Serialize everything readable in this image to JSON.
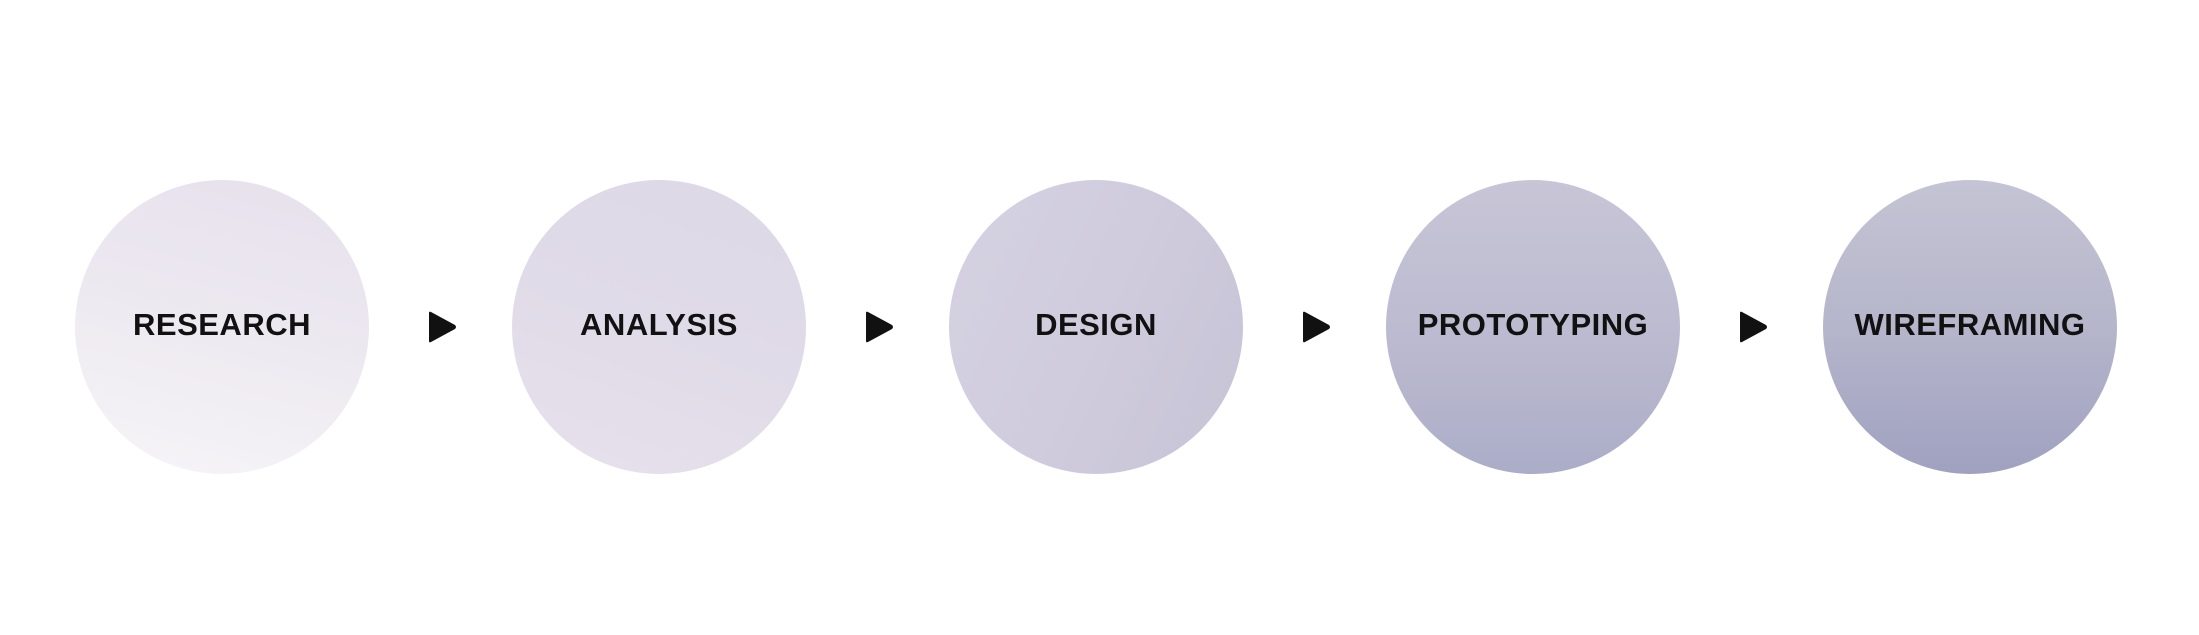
{
  "diagram": {
    "steps": [
      {
        "label": "RESEARCH"
      },
      {
        "label": "ANALYSIS"
      },
      {
        "label": "DESIGN"
      },
      {
        "label": "PROTOTYPING"
      },
      {
        "label": "WIREFRAMING"
      }
    ],
    "connector_icon": "play-triangle-icon",
    "colors": {
      "text": "#111111",
      "arrow": "#111111",
      "circle_lightest": "#f6f5f7",
      "circle_darkest": "#a0a1c0"
    }
  }
}
